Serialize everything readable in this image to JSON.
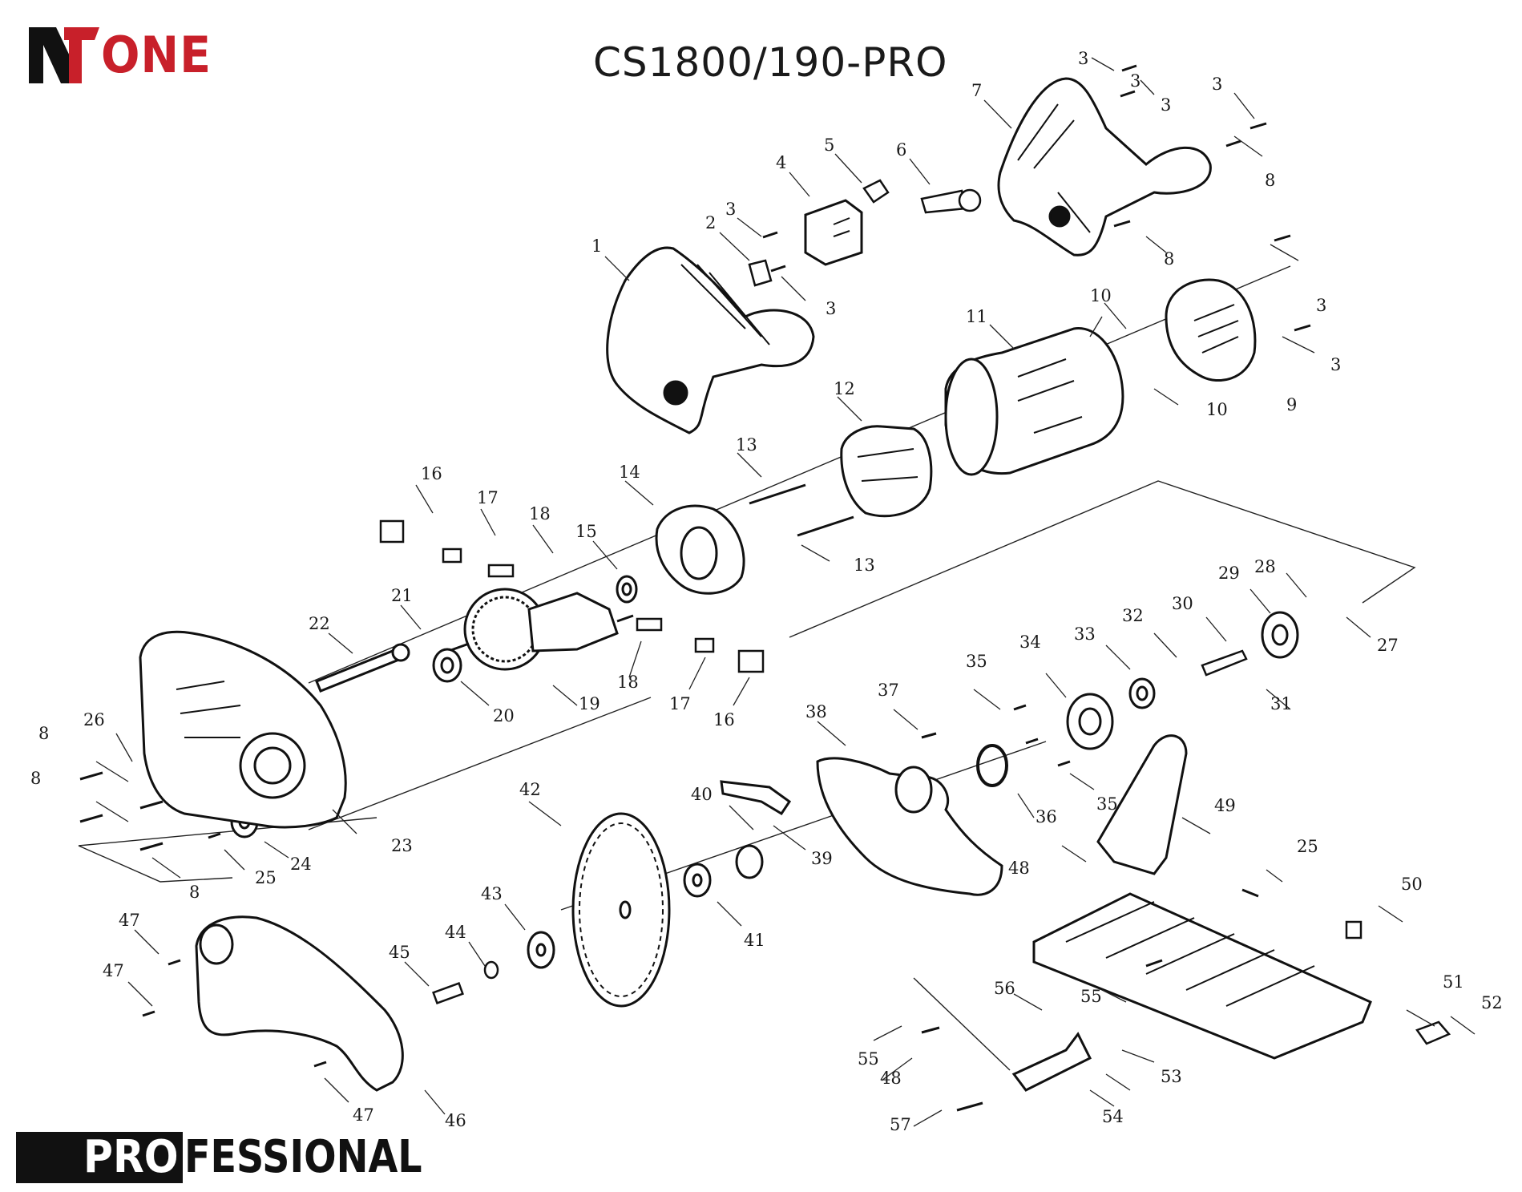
{
  "brand": {
    "name": "ONE",
    "color": "#c8202a",
    "logo_icon": "nt-logo-icon"
  },
  "title": "CS1800/190-PRO",
  "badge": {
    "highlight": "PRO",
    "rest": "FESSIONAL"
  },
  "diagram": {
    "type": "exploded-parts-diagram",
    "callouts": [
      "1",
      "2",
      "3",
      "4",
      "5",
      "6",
      "7",
      "8",
      "9",
      "10",
      "11",
      "12",
      "13",
      "14",
      "15",
      "16",
      "17",
      "18",
      "19",
      "20",
      "21",
      "22",
      "23",
      "24",
      "25",
      "26",
      "27",
      "28",
      "29",
      "30",
      "31",
      "32",
      "33",
      "34",
      "35",
      "36",
      "37",
      "38",
      "39",
      "40",
      "41",
      "42",
      "43",
      "44",
      "45",
      "46",
      "47",
      "48",
      "49",
      "50",
      "51",
      "52",
      "53",
      "54",
      "55",
      "56",
      "57"
    ]
  },
  "labels": [
    {
      "id": "l1",
      "text": "1"
    },
    {
      "id": "l2",
      "text": "2"
    },
    {
      "id": "l3a",
      "text": "3"
    },
    {
      "id": "l3b",
      "text": "3"
    },
    {
      "id": "l3c",
      "text": "3"
    },
    {
      "id": "l3d",
      "text": "3"
    },
    {
      "id": "l3e",
      "text": "3"
    },
    {
      "id": "l3f",
      "text": "3"
    },
    {
      "id": "l3g",
      "text": "3"
    },
    {
      "id": "l3h",
      "text": "3"
    },
    {
      "id": "l4",
      "text": "4"
    },
    {
      "id": "l5",
      "text": "5"
    },
    {
      "id": "l6",
      "text": "6"
    },
    {
      "id": "l7",
      "text": "7"
    },
    {
      "id": "l8a",
      "text": "8"
    },
    {
      "id": "l8b",
      "text": "8"
    },
    {
      "id": "l8c",
      "text": "8"
    },
    {
      "id": "l8d",
      "text": "8"
    },
    {
      "id": "l8e",
      "text": "8"
    },
    {
      "id": "l9",
      "text": "9"
    },
    {
      "id": "l10a",
      "text": "10"
    },
    {
      "id": "l10b",
      "text": "10"
    },
    {
      "id": "l11",
      "text": "11"
    },
    {
      "id": "l12",
      "text": "12"
    },
    {
      "id": "l13a",
      "text": "13"
    },
    {
      "id": "l13b",
      "text": "13"
    },
    {
      "id": "l14",
      "text": "14"
    },
    {
      "id": "l15",
      "text": "15"
    },
    {
      "id": "l16a",
      "text": "16"
    },
    {
      "id": "l16b",
      "text": "16"
    },
    {
      "id": "l17a",
      "text": "17"
    },
    {
      "id": "l17b",
      "text": "17"
    },
    {
      "id": "l18a",
      "text": "18"
    },
    {
      "id": "l18b",
      "text": "18"
    },
    {
      "id": "l19",
      "text": "19"
    },
    {
      "id": "l20",
      "text": "20"
    },
    {
      "id": "l21",
      "text": "21"
    },
    {
      "id": "l22",
      "text": "22"
    },
    {
      "id": "l23",
      "text": "23"
    },
    {
      "id": "l24",
      "text": "24"
    },
    {
      "id": "l25a",
      "text": "25"
    },
    {
      "id": "l25b",
      "text": "25"
    },
    {
      "id": "l26",
      "text": "26"
    },
    {
      "id": "l27",
      "text": "27"
    },
    {
      "id": "l28",
      "text": "28"
    },
    {
      "id": "l29",
      "text": "29"
    },
    {
      "id": "l30",
      "text": "30"
    },
    {
      "id": "l31",
      "text": "31"
    },
    {
      "id": "l32",
      "text": "32"
    },
    {
      "id": "l33",
      "text": "33"
    },
    {
      "id": "l34",
      "text": "34"
    },
    {
      "id": "l35a",
      "text": "35"
    },
    {
      "id": "l35b",
      "text": "35"
    },
    {
      "id": "l36",
      "text": "36"
    },
    {
      "id": "l37",
      "text": "37"
    },
    {
      "id": "l38",
      "text": "38"
    },
    {
      "id": "l39",
      "text": "39"
    },
    {
      "id": "l40",
      "text": "40"
    },
    {
      "id": "l41",
      "text": "41"
    },
    {
      "id": "l42",
      "text": "42"
    },
    {
      "id": "l43",
      "text": "43"
    },
    {
      "id": "l44",
      "text": "44"
    },
    {
      "id": "l45",
      "text": "45"
    },
    {
      "id": "l46",
      "text": "46"
    },
    {
      "id": "l47a",
      "text": "47"
    },
    {
      "id": "l47b",
      "text": "47"
    },
    {
      "id": "l47c",
      "text": "47"
    },
    {
      "id": "l48a",
      "text": "48"
    },
    {
      "id": "l48b",
      "text": "48"
    },
    {
      "id": "l49",
      "text": "49"
    },
    {
      "id": "l50",
      "text": "50"
    },
    {
      "id": "l51",
      "text": "51"
    },
    {
      "id": "l52",
      "text": "52"
    },
    {
      "id": "l53",
      "text": "53"
    },
    {
      "id": "l54",
      "text": "54"
    },
    {
      "id": "l55a",
      "text": "55"
    },
    {
      "id": "l55b",
      "text": "55"
    },
    {
      "id": "l56",
      "text": "56"
    },
    {
      "id": "l57",
      "text": "57"
    }
  ]
}
